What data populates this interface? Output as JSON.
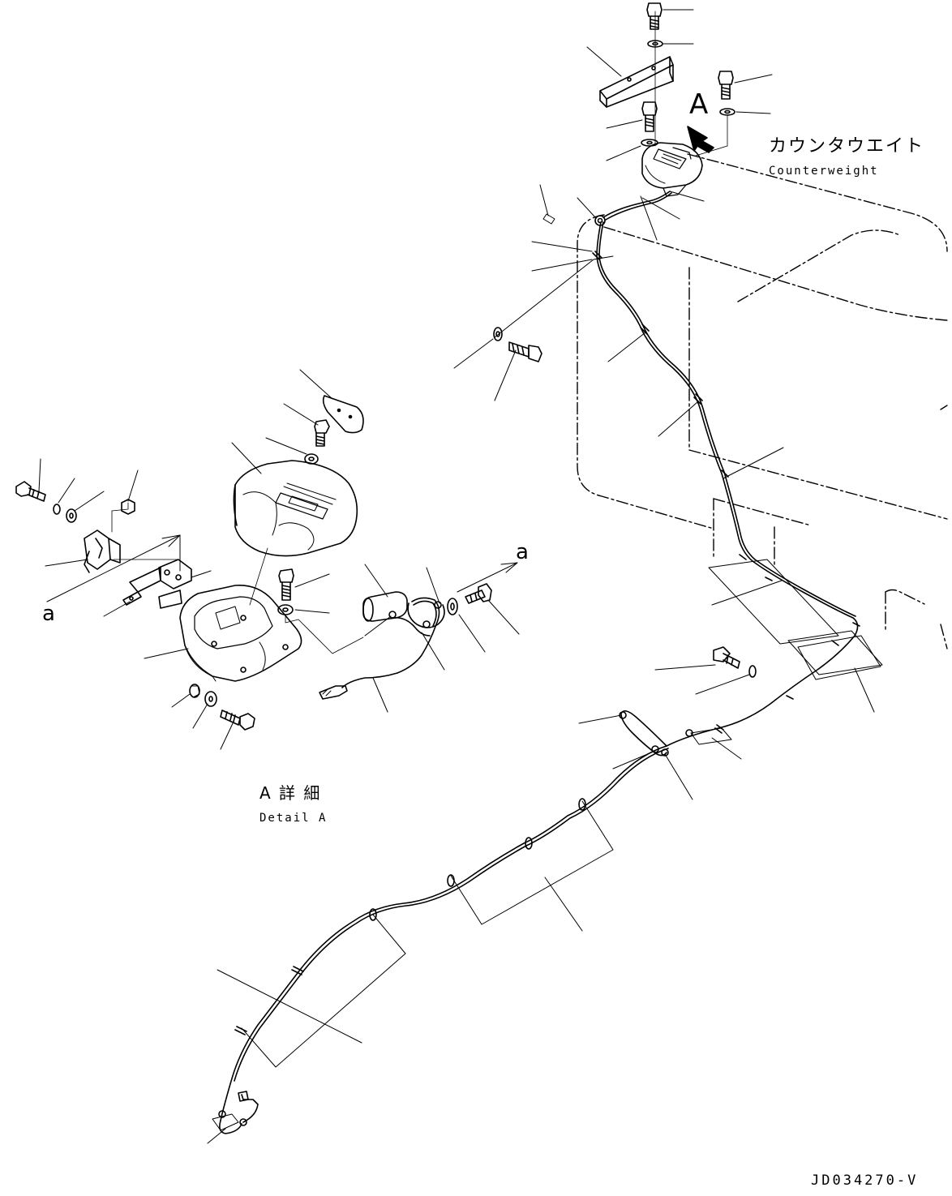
{
  "labels": {
    "view_marker": "A",
    "counterweight_jp": "カウンタウエイト",
    "counterweight_en": "Counterweight",
    "detail_jp": "A 詳 細",
    "detail_en": "Detail A",
    "ref_a_right": "a",
    "ref_a_left": "a",
    "drawing_code": "JD034270-V"
  }
}
